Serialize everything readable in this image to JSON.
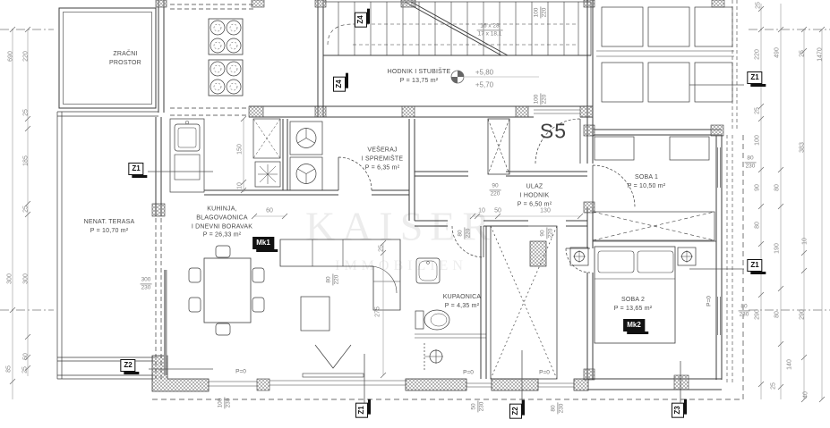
{
  "unit_label": "S5",
  "watermark": {
    "line1": "KAISER",
    "line2": "IMMOBILIEN"
  },
  "rooms": {
    "zracni": "ZRAČNI\nPROSTOR",
    "hodnik": "HODNIK I STUBIŠTE\nP = 13,75 m²",
    "nenat": "NENAT. TERASA\nP = 10,70 m²",
    "kuhinja": "KUHINJA,\nBLAGOVAONICA\nI DNEVNI BORAVAK\nP = 26,33 m²",
    "veseraj": "VEŠERAJ\nI SPREMIŠTE\nP = 6,35 m²",
    "ulaz": "ULAZ\nI HODNIK\nP = 6,50 m²",
    "kupaonica": "KUPAONICA\nP = 4,35 m²",
    "soba1": "SOBA 1\nP = 10,50 m²",
    "soba2": "SOBA 2\nP = 13,65 m²"
  },
  "levels": {
    "upper": "+5,80",
    "lower": "+5,70"
  },
  "stair_note": {
    "top": "16 x 28",
    "bottom": "17 x 18,1"
  },
  "tags": {
    "z1": "Z1",
    "z2": "Z2",
    "z3": "Z3",
    "z4": "Z4",
    "mk1": "Mk1",
    "mk2": "Mk2"
  },
  "p0": "P=0",
  "dims": {
    "left_outer": [
      "690",
      "300",
      "85"
    ],
    "left_inner": [
      "220",
      "25",
      "185",
      "25",
      "300",
      "50",
      "25"
    ],
    "right_a": [
      "25",
      "220",
      "25",
      "100",
      "90",
      "80",
      "290",
      "25"
    ],
    "right_b": [
      "490",
      "80",
      "190",
      "80",
      "140"
    ],
    "right_c": [
      "25",
      "383",
      "10",
      "290",
      "40"
    ],
    "right_d": [
      "1470"
    ],
    "interior": [
      "60",
      "10",
      "50",
      "130",
      "150",
      "10",
      "275",
      "25"
    ]
  },
  "openings": [
    {
      "num": "100",
      "den": "220"
    },
    {
      "num": "100",
      "den": "220"
    },
    {
      "num": "90",
      "den": "220"
    },
    {
      "num": "80",
      "den": "220"
    },
    {
      "num": "80",
      "den": "220"
    },
    {
      "num": "90",
      "den": "220"
    },
    {
      "num": "80",
      "den": "230"
    },
    {
      "num": "80",
      "den": "230"
    },
    {
      "num": "300",
      "den": "230"
    },
    {
      "num": "100",
      "den": "230"
    },
    {
      "num": "50",
      "den": "230"
    },
    {
      "num": "80",
      "den": "230"
    }
  ]
}
